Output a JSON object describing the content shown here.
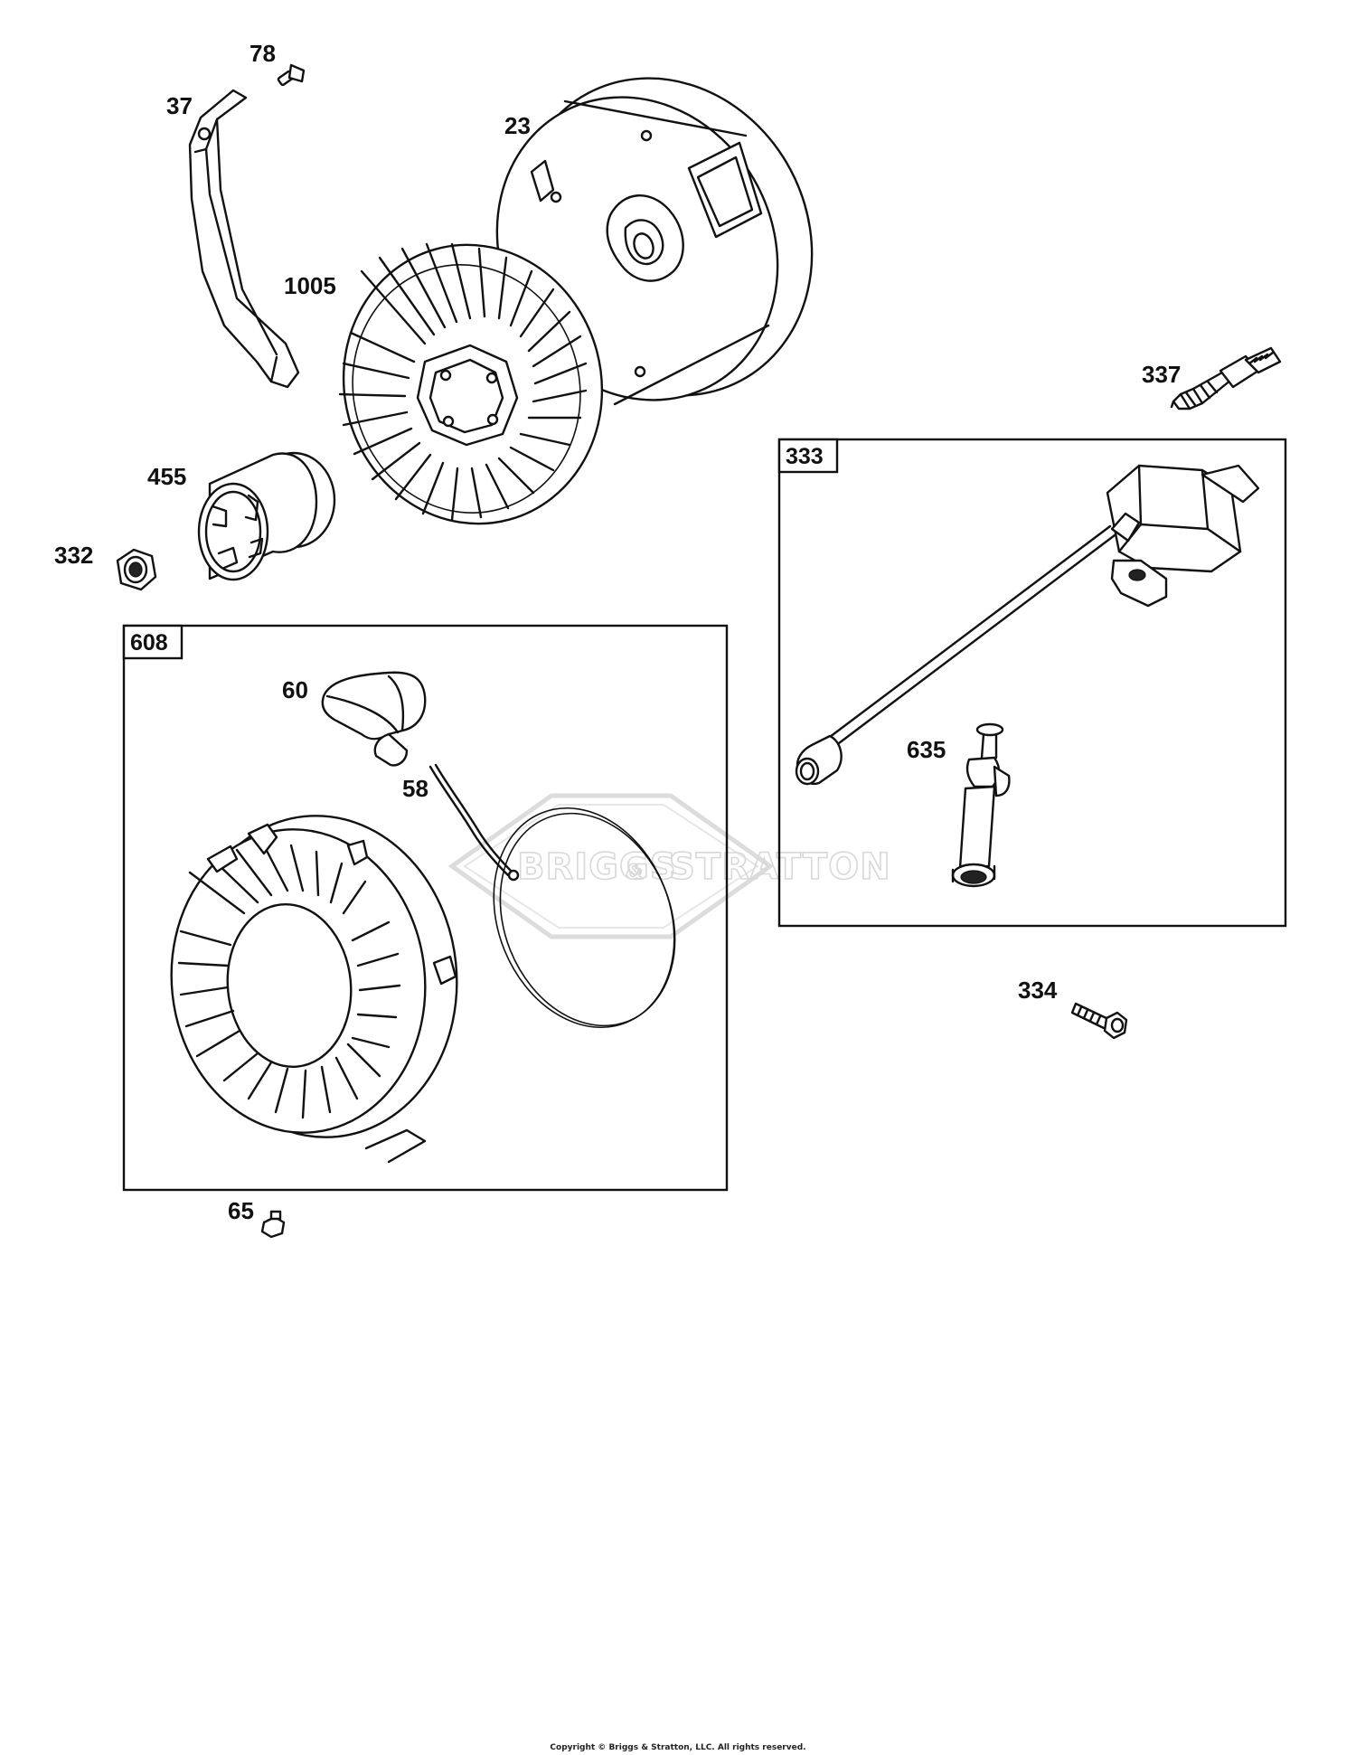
{
  "parts": {
    "p78": "78",
    "p37": "37",
    "p23": "23",
    "p1005": "1005",
    "p337": "337",
    "p455": "455",
    "p332": "332",
    "p333": "333",
    "p608": "608",
    "p60": "60",
    "p58": "58",
    "p635": "635",
    "p334": "334",
    "p65": "65"
  },
  "watermark": {
    "left": "BRIGGS",
    "amp": "&",
    "right": "STRATTON"
  },
  "copyright": "Copyright © Briggs & Stratton, LLC. All rights reserved."
}
